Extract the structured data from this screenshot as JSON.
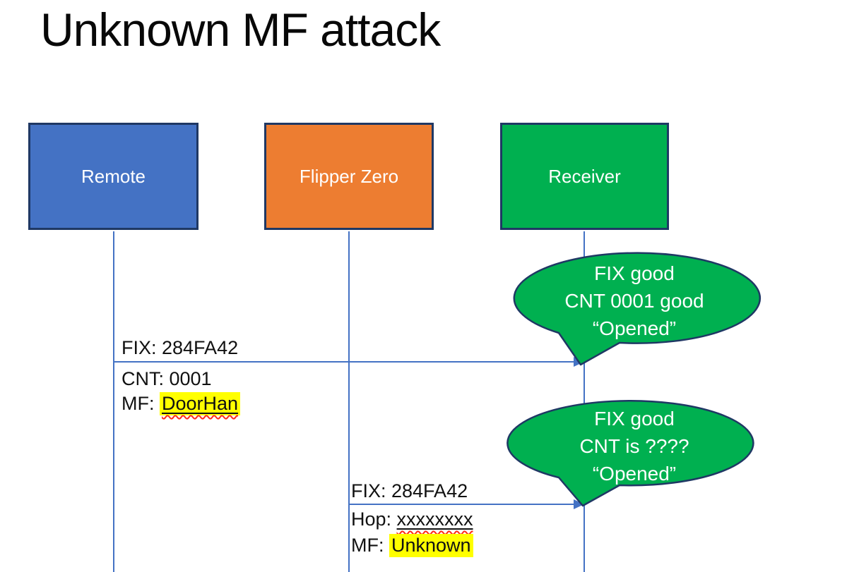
{
  "title": "Unknown MF attack",
  "actors": [
    {
      "id": "remote",
      "label": "Remote"
    },
    {
      "id": "flipper",
      "label": "Flipper Zero"
    },
    {
      "id": "receiver",
      "label": "Receiver"
    }
  ],
  "message1": {
    "from": "remote",
    "to": "receiver",
    "line1": "FIX: 284FA42",
    "line2": "CNT: 0001",
    "line3_prefix": "MF: ",
    "line3_highlight": "DoorHan"
  },
  "message2": {
    "from": "flipper",
    "to": "receiver",
    "line1": "FIX: 284FA42",
    "line2_prefix": "Hop: ",
    "line2_value": "xxxxxxxx",
    "line3_prefix": "MF: ",
    "line3_highlight": "Unknown"
  },
  "callout1": {
    "line1": "FIX good",
    "line2": "CNT 0001 good",
    "line3": "“Opened”"
  },
  "callout2": {
    "line1": "FIX good",
    "line2": "CNT is ????",
    "line3": "“Opened”"
  },
  "colors": {
    "remote_fill": "#4472C4",
    "flipper_fill": "#ED7D31",
    "receiver_fill": "#00B050",
    "callout_fill": "#00B050",
    "shape_border": "#1F3864",
    "line_blue": "#4472C4",
    "highlight_yellow": "#FFFF00",
    "spellcheck_red": "#FF2A1A",
    "text_black": "#111111",
    "text_white": "#FFFFFF"
  }
}
